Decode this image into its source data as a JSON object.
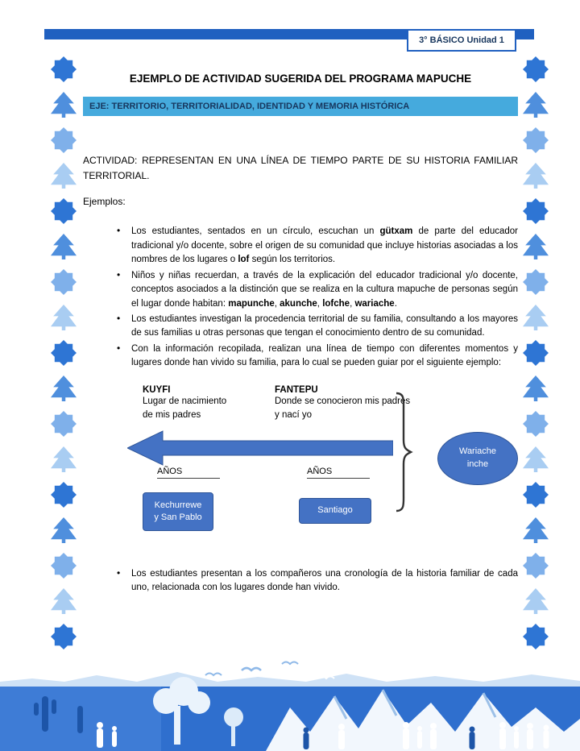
{
  "header": {
    "unit_label": "3° BÁSICO Unidad 1",
    "title": "EJEMPLO DE ACTIVIDAD SUGERIDA DEL PROGRAMA MAPUCHE",
    "eje_label": "EJE: TERRITORIO, TERRITORIALIDAD, IDENTIDAD Y MEMORIA HISTÓRICA"
  },
  "activity": {
    "statement": "ACTIVIDAD: REPRESENTAN EN UNA LÍNEA DE TIEMPO PARTE DE SU HISTORIA FAMILIAR TERRITORIAL.",
    "examples_label": "Ejemplos:"
  },
  "bullets": [
    [
      {
        "t": "Los estudiantes, sentados en un círculo, escuchan un "
      },
      {
        "t": "gütxam",
        "b": true
      },
      {
        "t": " de parte del educador tradicional y/o docente, sobre el origen de su comunidad que incluye historias asociadas a los nombres de los lugares o "
      },
      {
        "t": "lof",
        "b": true
      },
      {
        "t": " según los territorios."
      }
    ],
    [
      {
        "t": "Niños y niñas recuerdan, a través de la explicación del educador tradicional y/o docente, conceptos asociados a la distinción que se realiza en la cultura mapuche de personas según el lugar donde habitan: "
      },
      {
        "t": "mapunche",
        "b": true
      },
      {
        "t": ", "
      },
      {
        "t": "akunche",
        "b": true
      },
      {
        "t": ", "
      },
      {
        "t": "lofche",
        "b": true
      },
      {
        "t": ", "
      },
      {
        "t": "wariache",
        "b": true
      },
      {
        "t": "."
      }
    ],
    [
      {
        "t": "Los estudiantes investigan la procedencia territorial de su familia, consultando a los mayores de sus familias u otras personas que tengan el conocimiento dentro de su comunidad."
      }
    ],
    [
      {
        "t": "Con la información recopilada, realizan una línea de tiempo con diferentes momentos y lugares donde han vivido su familia, para lo cual se pueden guiar por el siguiente ejemplo:"
      }
    ]
  ],
  "closing_bullet": [
    {
      "t": "Los estudiantes presentan a los compañeros una cronología de la historia familiar de cada uno, relacionada con los lugares donde han vivido."
    }
  ],
  "diagram": {
    "kuyfi": {
      "label": "KUYFI",
      "desc_line1": "Lugar de nacimiento",
      "desc_line2": "de mis padres"
    },
    "fantepu": {
      "label": "FANTEPU",
      "desc_line1": "Donde se conocieron mis padres",
      "desc_line2": "y nací yo"
    },
    "axis_left": "AÑOS",
    "axis_right": "AÑOS",
    "place_box_left_line1": "Kechurrewe",
    "place_box_left_line2": "y  San Pablo",
    "place_box_right": "Santiago",
    "ellipse_line1": "Wariache",
    "ellipse_line2": "inche"
  },
  "colors": {
    "top_bar_blue": "#2060c0",
    "eje_background": "#45aadd",
    "heading_text": "#17365d",
    "shape_blue": "#4472c4",
    "footer_blue": "#2f6fce"
  }
}
